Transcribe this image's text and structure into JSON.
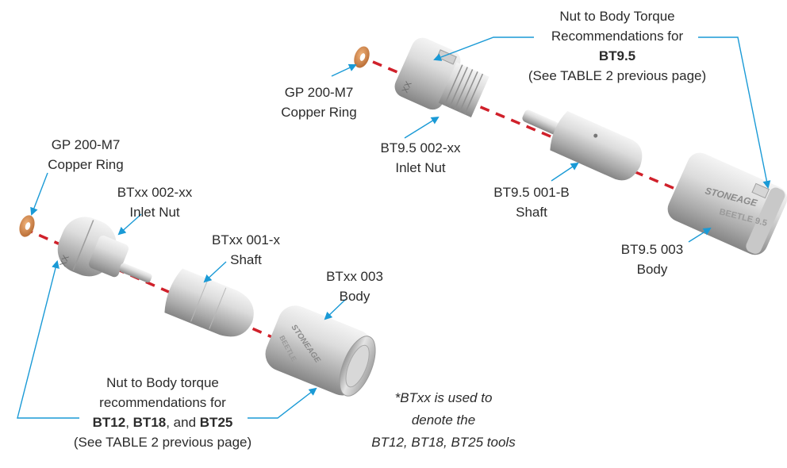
{
  "upper_assembly": {
    "copper_ring": {
      "line1": "GP 200-M7",
      "line2": "Copper Ring"
    },
    "inlet_nut": {
      "line1": "BT9.5 002-xx",
      "line2": "Inlet Nut",
      "marking": "XX"
    },
    "shaft": {
      "line1": "BT9.5 001-B",
      "line2": "Shaft"
    },
    "body": {
      "line1": "BT9.5 003",
      "line2": "Body",
      "engraving_brand": "STONEAGE",
      "engraving_model": "BEETLE 9.5"
    },
    "torque_note": {
      "line1": "Nut to Body Torque",
      "line2": "Recommendations for",
      "bold": "BT9.5",
      "line4": "(See TABLE 2 previous page)"
    }
  },
  "lower_assembly": {
    "copper_ring": {
      "line1": "GP 200-M7",
      "line2": "Copper Ring"
    },
    "inlet_nut": {
      "line1": "BTxx 002-xx",
      "line2": "Inlet Nut",
      "marking": "XX"
    },
    "shaft": {
      "line1": "BTxx 001-x",
      "line2": "Shaft"
    },
    "body": {
      "line1": "BTxx 003",
      "line2": "Body",
      "engraving_brand": "STONEAGE",
      "engraving_model": "BEETLE"
    },
    "torque_note": {
      "line1": "Nut to Body torque",
      "line2": "recommendations for",
      "bold1": "BT12",
      "sep1": ", ",
      "bold2": "BT18",
      "sep2": ", and ",
      "bold3": "BT25",
      "line4": "(See TABLE 2 previous page)"
    }
  },
  "footnote": {
    "line1": "*BTxx is used to",
    "line2": "denote the",
    "line3": "BT12, BT18, BT25 tools"
  },
  "colors": {
    "leader": "#1a9ad6",
    "axis": "#d0202a",
    "metal_light": "#e9e9e9",
    "metal_dark": "#8a8a8a",
    "copper": "#d2894a",
    "text": "#2b2b2b"
  }
}
